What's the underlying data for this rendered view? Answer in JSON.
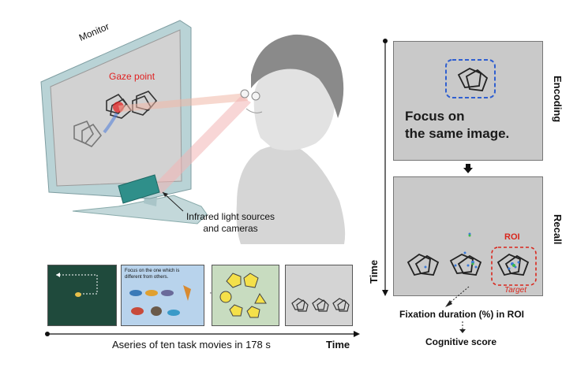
{
  "setup": {
    "monitor_label": "Monitor",
    "gaze_label": "Gaze point",
    "infrared_label": "Infrared light sources\nand cameras"
  },
  "timeline": {
    "caption": "Aseries of ten task movies in 178 s",
    "time_label": "Time",
    "thumb2_text": "Focus on the one which is different from others."
  },
  "encoding": {
    "side_label": "Encoding",
    "instruction": "Focus on\nthe same image."
  },
  "recall": {
    "side_label": "Recall",
    "roi_label": "ROI",
    "target_label": "Target"
  },
  "right": {
    "time_label": "Time",
    "fixation_label": "Fixation duration (%) in ROI",
    "score_label": "Cognitive score"
  },
  "colors": {
    "panel_gray": "#c9c9c9",
    "roi_red": "#d9261c",
    "encoding_box_blue": "#2f5fd0",
    "gaze_red": "#e02020",
    "thumb1_green": "#1f4a3c",
    "thumb3_green": "#c8dcc0",
    "monitor_frame": "#b9d3d6"
  }
}
